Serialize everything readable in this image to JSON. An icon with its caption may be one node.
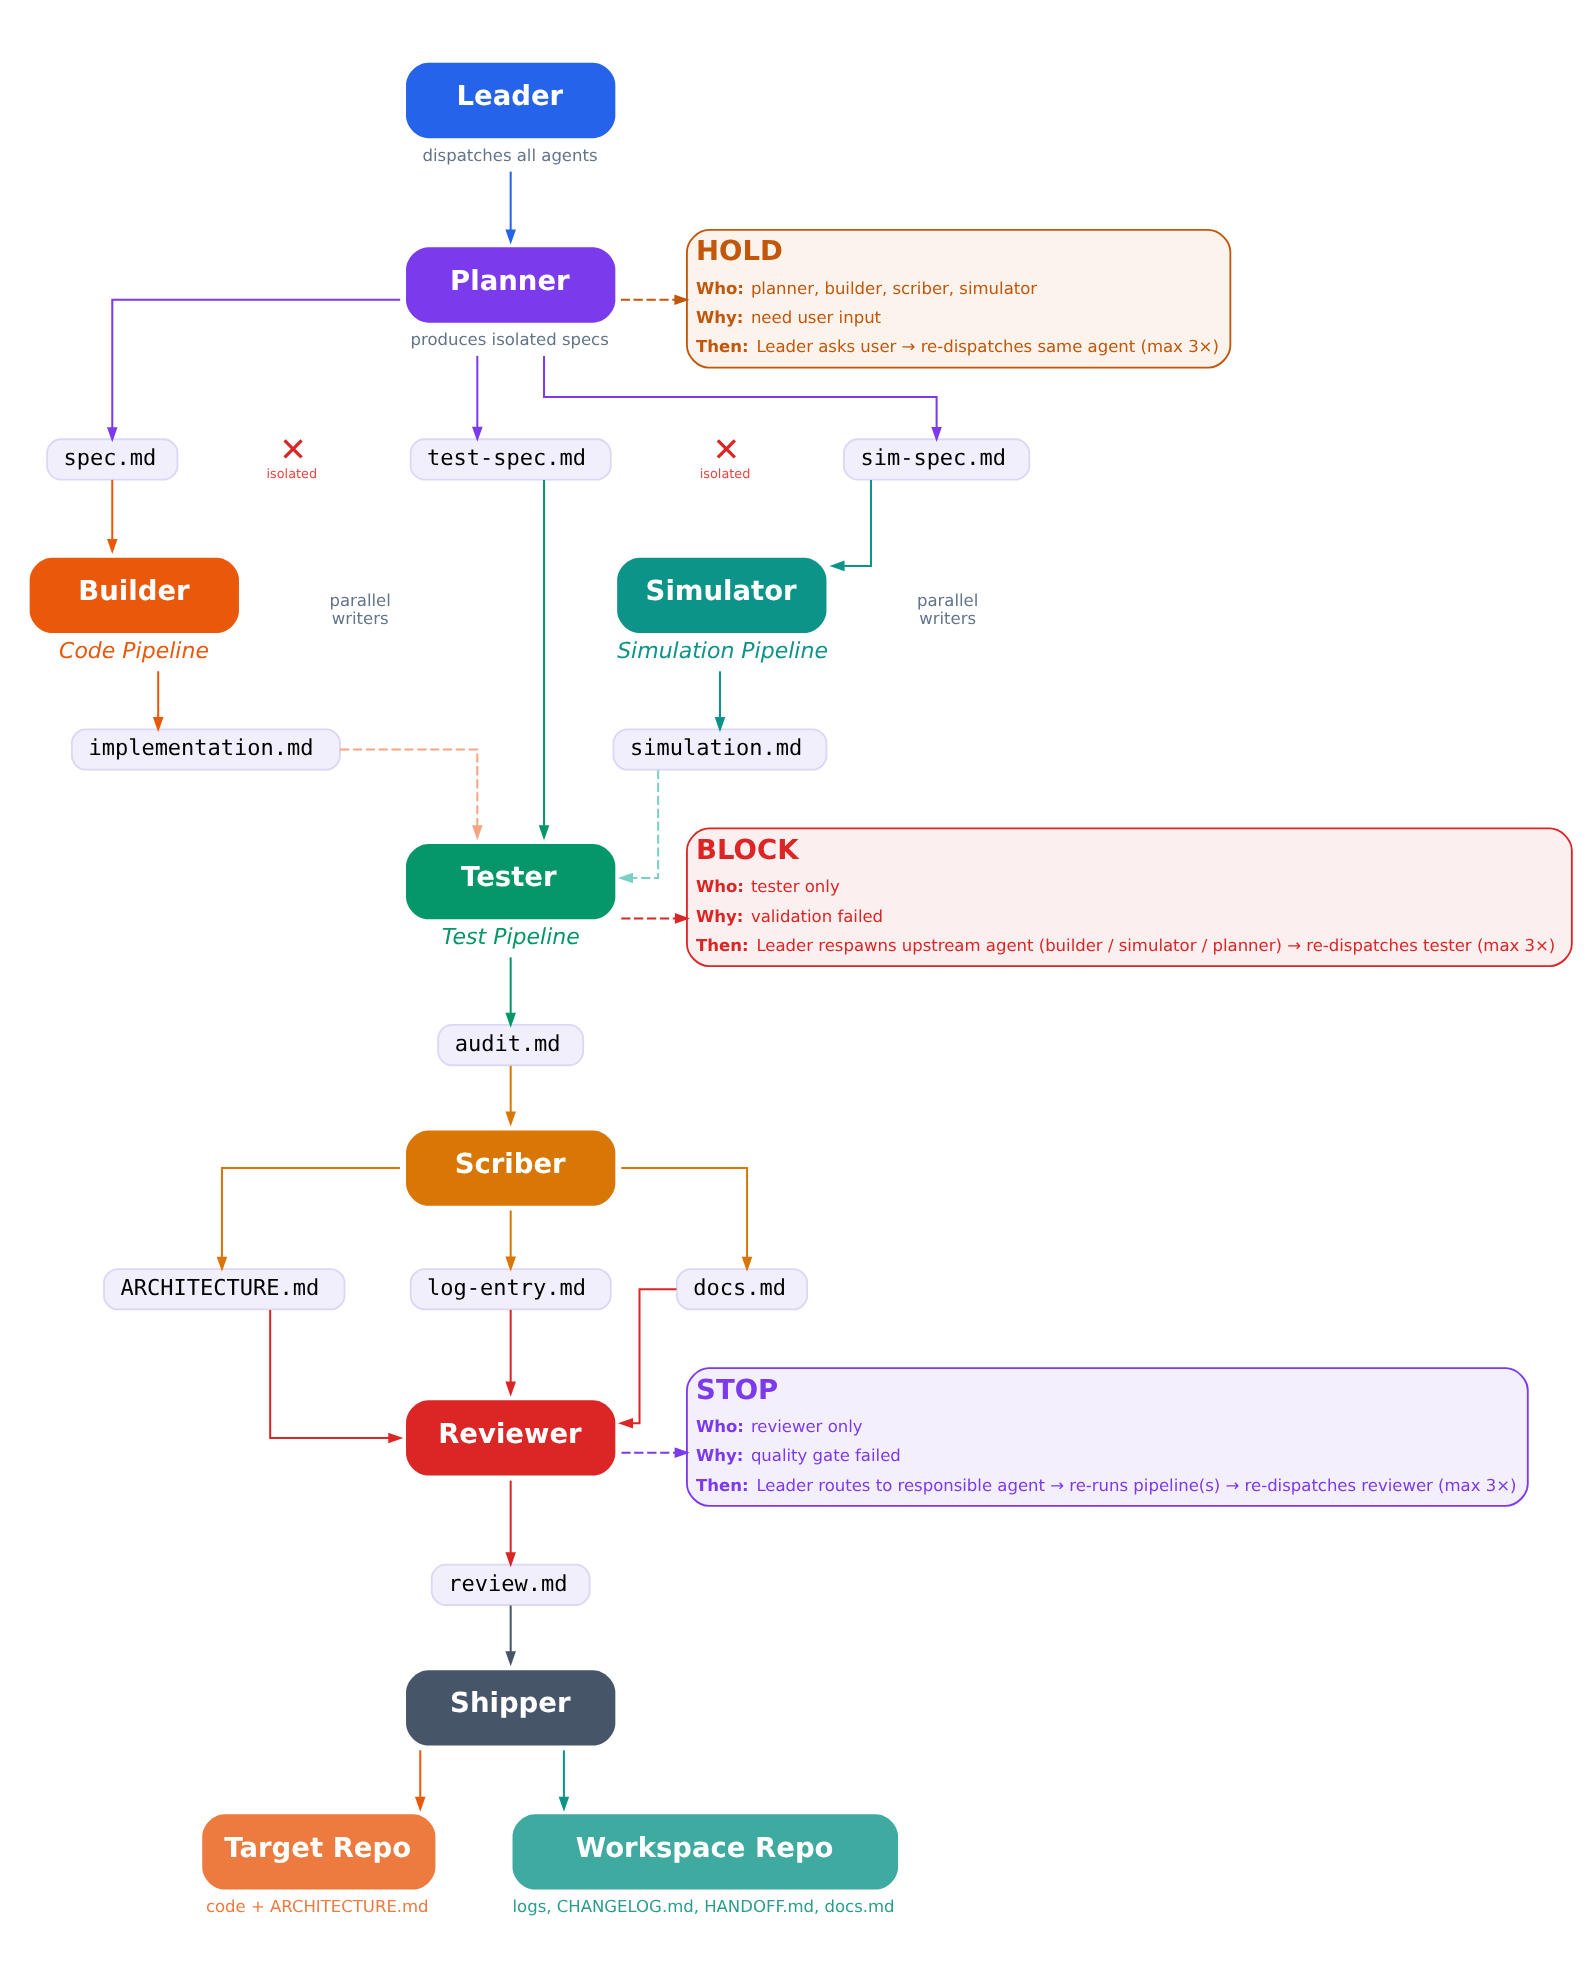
{
  "diagram": {
    "nodes": [
      {
        "text": [
          "Leader"
        ],
        "beside": [
          "dispatches all agents"
        ]
      },
      {
        "text": [
          "Planner"
        ],
        "beside": [
          "produces isolated specs"
        ]
      },
      {
        "text": [
          "HOLD",
          "**Who:** planner, builder, scriber, simulator",
          "**Why:** need user input",
          "**Then:** Leader asks user → re-dispatches same agent (max 3×)"
        ]
      },
      {
        "text": [
          "spec.md"
        ]
      },
      {
        "text": [
          "test-spec.md"
        ]
      },
      {
        "text": [
          "sim-spec.md"
        ]
      },
      {
        "text": [
          "Builder"
        ],
        "beside": [
          "Code Pipeline"
        ]
      },
      {
        "text": [
          "Simulator"
        ],
        "beside": [
          "Simulation Pipeline"
        ]
      },
      {
        "text": [
          "implementation.md"
        ]
      },
      {
        "text": [
          "simulation.md"
        ]
      },
      {
        "text": [
          "Tester"
        ],
        "beside": [
          "Test Pipeline"
        ]
      },
      {
        "text": [
          "BLOCK",
          "**Who:** tester only",
          "**Why:** validation failed",
          "**Then:** Leader respawns upstream agent (builder / simulator / planner) → re-dispatches tester (max 3×)"
        ]
      },
      {
        "text": [
          "audit.md"
        ]
      },
      {
        "text": [
          "Scriber"
        ]
      },
      {
        "text": [
          "ARCHITECTURE.md"
        ]
      },
      {
        "text": [
          "log-entry.md"
        ]
      },
      {
        "text": [
          "docs.md"
        ]
      },
      {
        "text": [
          "Reviewer"
        ]
      },
      {
        "text": [
          "STOP",
          "**Who:** reviewer only",
          "**Why:** quality gate failed",
          "**Then:** Leader routes to responsible agent → re-runs pipeline(s) → re-dispatches reviewer (max 3×)"
        ]
      },
      {
        "text": [
          "review.md"
        ]
      },
      {
        "text": [
          "Shipper"
        ]
      },
      {
        "text": [
          "Target Repo"
        ],
        "beside": [
          "code + ARCHITECTURE.md"
        ]
      },
      {
        "text": [
          "Workspace Repo"
        ],
        "beside": [
          "logs, CHANGELOG.md, HANDOFF.md, docs.md"
        ]
      }
    ],
    "edges": [
      {
        "from": 0,
        "to": 1,
        "arrow": "to",
        "color": "#2563eb"
      },
      {
        "from": 1,
        "to": 2,
        "arrow": "to",
        "style": "dashed",
        "color": "#c2570c"
      },
      {
        "from": 1,
        "to": 3,
        "arrow": "to",
        "color": "#7c3aed"
      },
      {
        "from": 1,
        "to": 4,
        "arrow": "to",
        "color": "#7c3aed"
      },
      {
        "from": 1,
        "to": 5,
        "arrow": "to",
        "color": "#7c3aed"
      },
      {
        "from": 3,
        "to": 6,
        "arrow": "to",
        "color": "#ea580c"
      },
      {
        "from": 5,
        "to": 7,
        "arrow": "to",
        "color": "#0d9488"
      },
      {
        "from": 6,
        "to": 8,
        "arrow": "to",
        "color": "#ea580c"
      },
      {
        "from": 7,
        "to": 9,
        "arrow": "to",
        "color": "#0d9488"
      },
      {
        "from": 8,
        "to": 10,
        "arrow": "to",
        "style": "dashed",
        "color": "#f4a582"
      },
      {
        "from": 9,
        "to": 10,
        "arrow": "to",
        "style": "dashed",
        "color": "#7ccfc4"
      },
      {
        "from": 4,
        "to": 10,
        "arrow": "to",
        "color": "#059669"
      },
      {
        "from": 10,
        "to": 11,
        "arrow": "to",
        "style": "dashed",
        "color": "#dc2626"
      },
      {
        "from": 10,
        "to": 12,
        "arrow": "to",
        "color": "#059669"
      },
      {
        "from": 12,
        "to": 13,
        "arrow": "to",
        "color": "#d97706"
      },
      {
        "from": 13,
        "to": 14,
        "arrow": "to",
        "color": "#d97706"
      },
      {
        "from": 13,
        "to": 15,
        "arrow": "to",
        "color": "#d97706"
      },
      {
        "from": 13,
        "to": 16,
        "arrow": "to",
        "color": "#d97706"
      },
      {
        "from": 14,
        "to": 17,
        "arrow": "to",
        "color": "#dc2626"
      },
      {
        "from": 15,
        "to": 17,
        "arrow": "to",
        "color": "#dc2626"
      },
      {
        "from": 16,
        "to": 17,
        "arrow": "to",
        "color": "#dc2626"
      },
      {
        "from": 17,
        "to": 18,
        "arrow": "to",
        "style": "dashed",
        "color": "#7c3aed"
      },
      {
        "from": 17,
        "to": 19,
        "arrow": "to",
        "color": "#dc2626"
      },
      {
        "from": 19,
        "to": 20,
        "arrow": "to",
        "color": "#475569"
      },
      {
        "from": 20,
        "to": 21,
        "arrow": "to",
        "color": "#ea580c"
      },
      {
        "from": 20,
        "to": 22,
        "arrow": "to",
        "color": "#0d9488"
      }
    ],
    "labels": [
      "✕",
      "isolated",
      "✕",
      "isolated",
      "parallel writers",
      "parallel writers"
    ]
  }
}
